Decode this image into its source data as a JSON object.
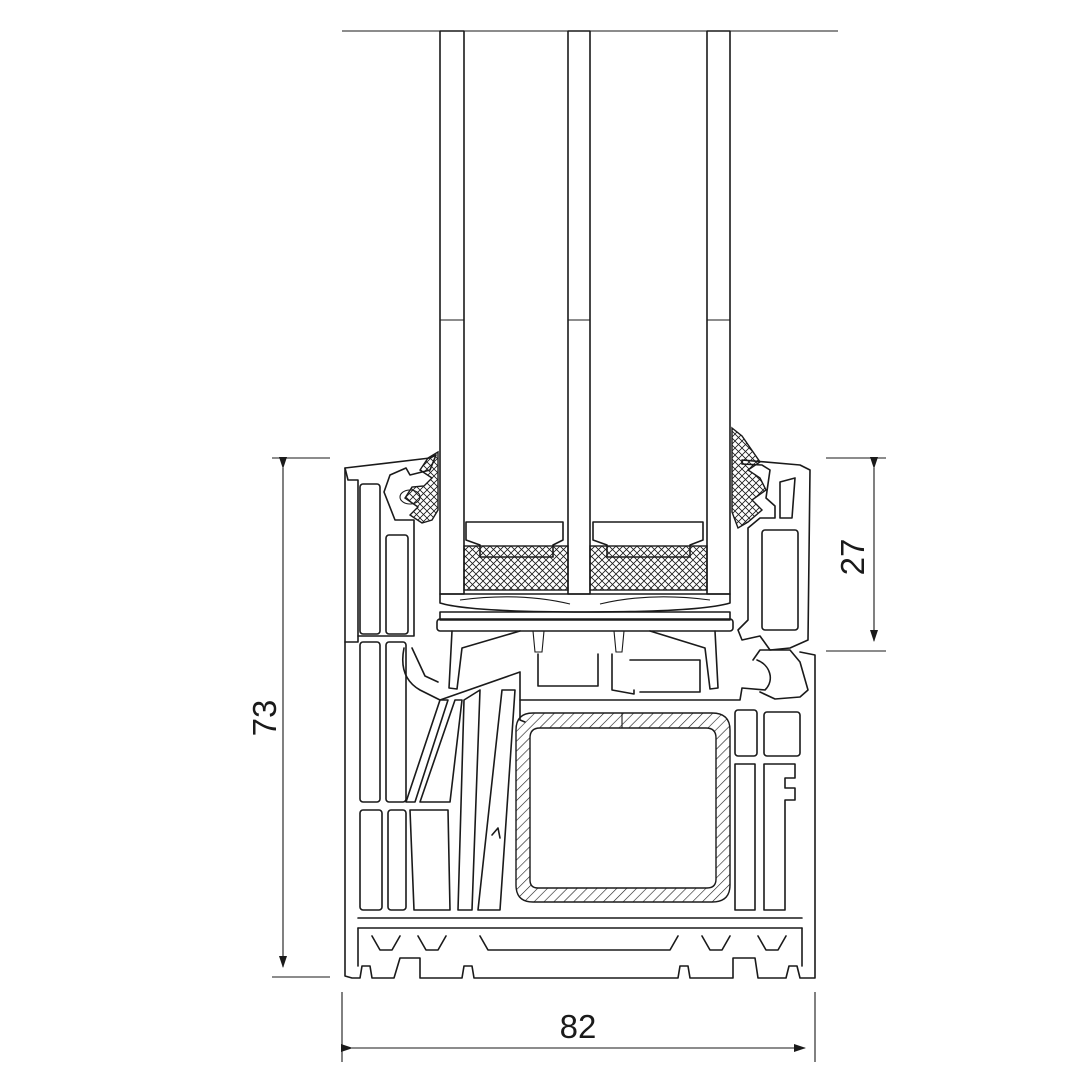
{
  "dimensions": {
    "height_total": "73",
    "width_total": "82",
    "glazing_rebate": "27"
  },
  "colors": {
    "line": "#1a1a1a",
    "background": "#ffffff"
  }
}
